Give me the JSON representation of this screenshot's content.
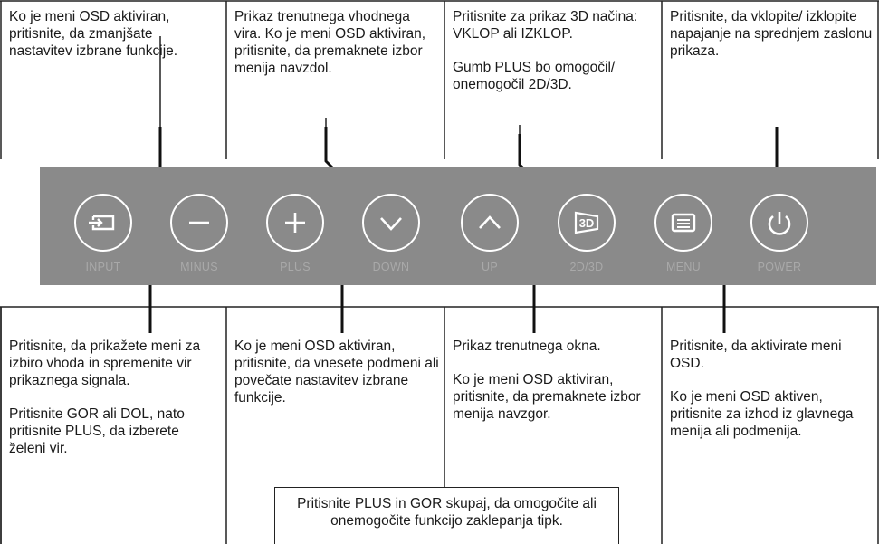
{
  "top_boxes": [
    {
      "paras": [
        "Ko je meni OSD aktiviran, pritisnite, da zmanjšate nastavitev izbrane funkcije."
      ]
    },
    {
      "paras": [
        "Prikaz trenutnega vhodnega vira. Ko je meni OSD aktiviran, pritisnite, da premaknete izbor menija navzdol."
      ]
    },
    {
      "paras": [
        "Pritisnite za prikaz 3D načina: VKLOP ali IZKLOP.",
        "Gumb PLUS bo omogočil/ onemogočil 2D/3D."
      ]
    },
    {
      "paras": [
        "Pritisnite, da vklopite/ izklopite napajanje na sprednjem zaslonu prikaza."
      ]
    }
  ],
  "bottom_boxes": [
    {
      "paras": [
        "Pritisnite, da prikažete meni za izbiro vhoda in spremenite vir prikaznega signala.",
        "Pritisnite GOR ali DOL, nato pritisnite PLUS, da izberete želeni vir."
      ]
    },
    {
      "paras": [
        "Ko je meni OSD aktiviran, pritisnite, da vnesete podmeni ali povečate nastavitev izbrane funkcije."
      ]
    },
    {
      "paras": [
        "Prikaz trenutnega okna.",
        "Ko je meni OSD aktiviran, pritisnite, da premaknete izbor menija navzgor."
      ]
    },
    {
      "paras": [
        "Pritisnite, da aktivirate meni OSD.",
        "Ko je meni OSD aktiven, pritisnite za izhod iz glavnega menija ali podmenija."
      ]
    }
  ],
  "buttons": [
    {
      "label": "INPUT",
      "icon": "input-icon"
    },
    {
      "label": "MINUS",
      "icon": "minus-icon"
    },
    {
      "label": "PLUS",
      "icon": "plus-icon"
    },
    {
      "label": "DOWN",
      "icon": "chevron-down-icon"
    },
    {
      "label": "UP",
      "icon": "chevron-up-icon"
    },
    {
      "label": "2D/3D",
      "icon": "3d-icon"
    },
    {
      "label": "MENU",
      "icon": "menu-icon"
    },
    {
      "label": "POWER",
      "icon": "power-icon"
    }
  ],
  "bottom_note": "Pritisnite PLUS in GOR skupaj, da omogočite ali onemogočite funkcijo zaklepanja tipk.",
  "colors": {
    "panel": "#8a8a8a",
    "button_stroke": "#ffffff",
    "label": "#a9a9a9",
    "line": "#1a1a1a"
  }
}
